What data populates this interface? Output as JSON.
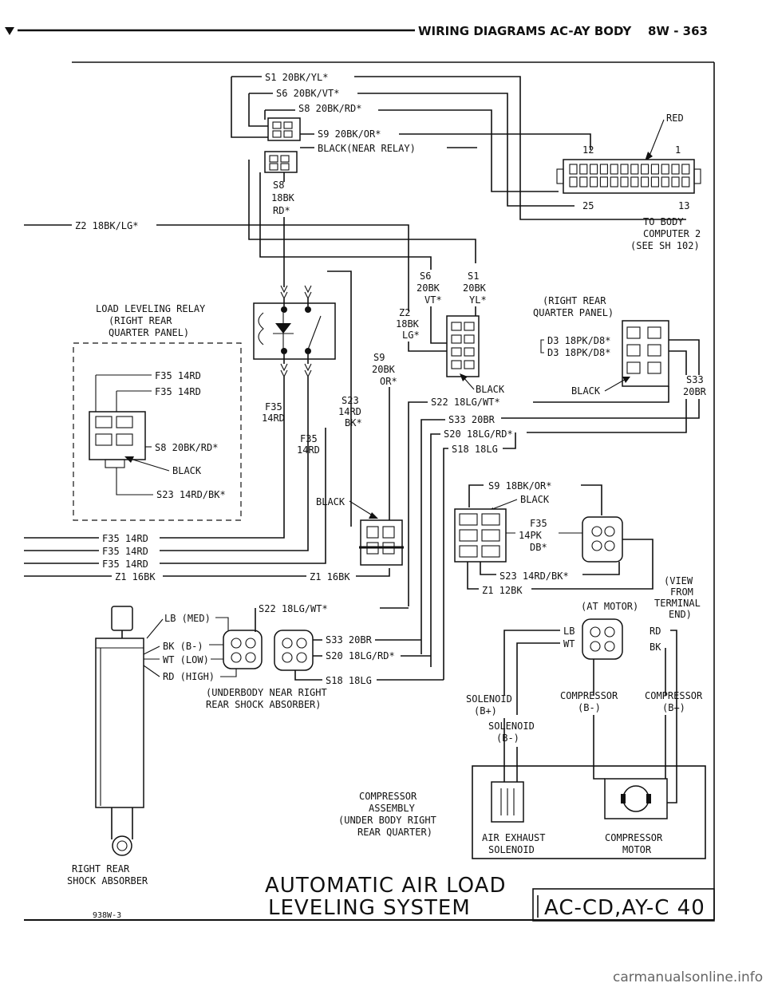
{
  "header": {
    "title": "WIRING DIAGRAMS AC-AY BODY",
    "page": "8W - 363"
  },
  "top_wires": [
    "S1 20BK/YL*",
    "S6 20BK/VT*",
    "S8 20BK/RD*",
    "S9 20BK/OR*",
    "BLACK(NEAR RELAY)"
  ],
  "s8_label": [
    "S8",
    "18BK",
    "RD*"
  ],
  "z2_wire": "Z2 18BK/LG*",
  "body_computer": {
    "red": "RED",
    "pin_12": "12",
    "pin_1": "1",
    "pin_25": "25",
    "pin_13": "13",
    "note": [
      "TO BODY",
      "COMPUTER 2",
      "(SEE SH 102)"
    ]
  },
  "relay": {
    "title": [
      "LOAD LEVELING RELAY",
      "(RIGHT REAR",
      "QUARTER PANEL)"
    ],
    "f35_a": "F35 14RD",
    "f35_b": "F35 14RD",
    "s8": "S8 20BK/RD*",
    "black": "BLACK",
    "s23": "S23 14RD/BK*"
  },
  "mid_labels": {
    "s6": [
      "S6",
      "20BK",
      "VT*"
    ],
    "s1": [
      "S1",
      "20BK",
      "YL*"
    ],
    "z2": [
      "Z2",
      "18BK",
      "LG*"
    ],
    "s9": [
      "S9",
      "20BK",
      "OR*"
    ],
    "s23": [
      "S23",
      "14RD",
      "BK*"
    ],
    "f35a": [
      "F35",
      "14RD"
    ],
    "f35b": [
      "F35",
      "14RD"
    ]
  },
  "rear_quarter": {
    "title": [
      "(RIGHT REAR",
      "QUARTER PANEL)"
    ],
    "d3a": "D3 18PK/D8*",
    "d3b": "D3 18PK/D8*",
    "black": "BLACK",
    "black2": "BLACK",
    "s33": [
      "S33",
      "20BR"
    ]
  },
  "right_wires": [
    "S22 18LG/WT*",
    "S33 20BR",
    "S20 18LG/RD*",
    "S18 18LG"
  ],
  "left_wires": [
    "F35 14RD",
    "F35 14RD",
    "F35 14RD",
    "Z1 16BK"
  ],
  "black_mid": "BLACK",
  "z1_mid": "Z1 16BK",
  "motor": {
    "s9": "S9 18BK/OR*",
    "black": "BLACK",
    "f35": [
      "F35",
      "14PK",
      "DB*"
    ],
    "s23": "S23 14RD/BK*",
    "z1": "Z1 12BK",
    "at_motor": "(AT MOTOR)",
    "view": [
      "(VIEW",
      "FROM",
      "TERMINAL",
      "END)"
    ]
  },
  "shock": {
    "lb": "LB (MED)",
    "bk": "BK (B-)",
    "wt": "WT (LOW)",
    "rd": "RD (HIGH)",
    "s22": "S22 18LG/WT*",
    "s33": "S33 20BR",
    "s20": "S20 18LG/RD*",
    "s18": "S18 18LG",
    "note": [
      "(UNDERBODY NEAR RIGHT",
      "REAR SHOCK ABSORBER)"
    ],
    "caption": [
      "RIGHT REAR",
      "SHOCK ABSORBER"
    ],
    "code": "938W-3"
  },
  "compressor": {
    "lb": "LB",
    "wt": "WT",
    "rd": "RD",
    "bk": "BK",
    "sol_pos": [
      "SOLENOID",
      "(B+)"
    ],
    "comp_neg": [
      "COMPRESSOR",
      "(B-)"
    ],
    "comp_pos": [
      "COMPRESSOR",
      "(B+)"
    ],
    "sol_neg": [
      "SOLENOID",
      "(B-)"
    ],
    "assembly": [
      "COMPRESSOR",
      "ASSEMBLY",
      "(UNDER BODY RIGHT",
      "REAR QUARTER)"
    ],
    "air": [
      "AIR EXHAUST",
      "SOLENOID"
    ],
    "motor": [
      "COMPRESSOR",
      "MOTOR"
    ]
  },
  "footer": {
    "title": [
      "AUTOMATIC AIR LOAD",
      "LEVELING SYSTEM"
    ],
    "code": "AC-CD,AY-C 40",
    "watermark": "carmanualsonline.info"
  }
}
